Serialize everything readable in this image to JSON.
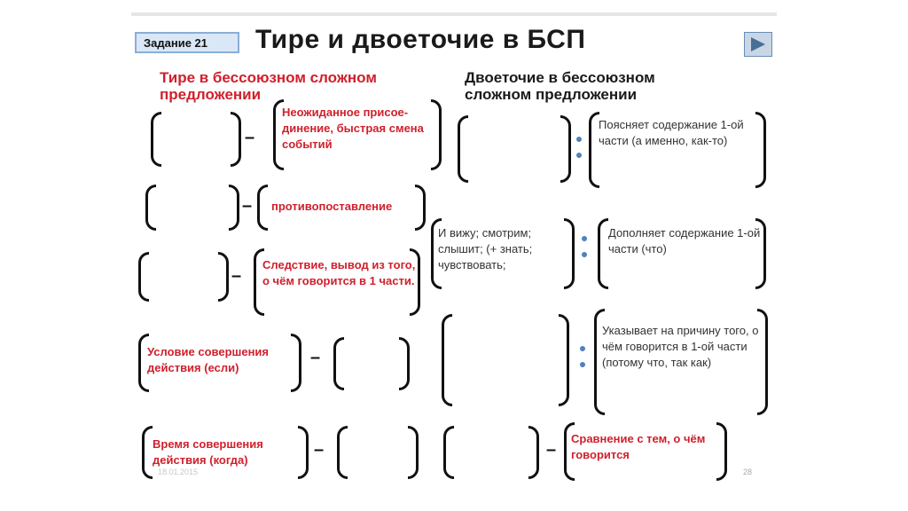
{
  "slide": {
    "badge": "Задание 21",
    "title": "Тире и двоеточие в БСП",
    "page_number": "28",
    "faint_date": "18.01.2015"
  },
  "headers": {
    "left": "Тире в бессоюзном сложном предложении",
    "right": "Двоеточие в бессоюзном сложном предложении"
  },
  "left_column": {
    "r1": "Неожиданное присое-динение, быстрая смена событий",
    "r2": "противопоставление",
    "r3": "Следствие, вывод из того, о чём говорится в 1 части.",
    "r4": "Условие совершения действия (если)",
    "r5": "Время совершения действия (когда)",
    "dash": "–"
  },
  "right_column": {
    "r1": "Поясняет содержание 1-ой части (а именно, как-то)",
    "r2_left": "И вижу; смотрим; слышит; (+ знать; чувствовать;",
    "r2_right": "Дополняет содержание 1-ой части (что)",
    "r3": "Указывает на причину того, о чём говорится в 1-ой части (потому что, так как)",
    "r4": "Сравнение с тем, о чём говорится"
  },
  "colors": {
    "accent_red": "#d0202c",
    "badge_bg": "#d9e7f6",
    "dot_blue": "#4f81bd"
  }
}
